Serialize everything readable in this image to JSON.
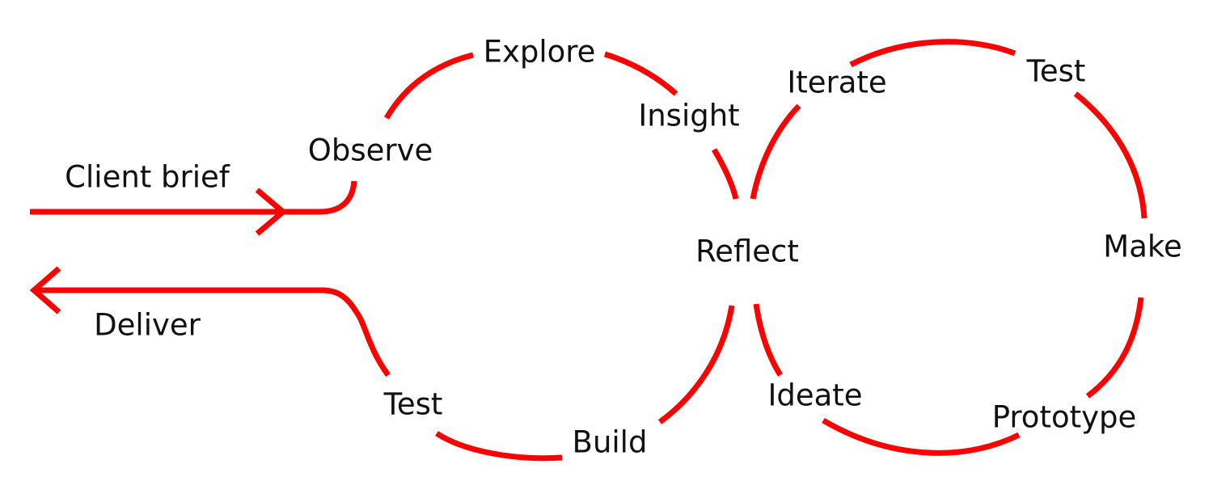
{
  "diagram": {
    "stroke_color": "#ff0000",
    "text_color": "#111111",
    "input_label": "Client brief",
    "output_label": "Deliver",
    "center_label": "Reflect",
    "left_loop": {
      "observe": "Observe",
      "explore": "Explore",
      "insight": "Insight",
      "build": "Build",
      "test": "Test"
    },
    "right_loop": {
      "iterate": "Iterate",
      "test": "Test",
      "make": "Make",
      "prototype": "Prototype",
      "ideate": "Ideate"
    }
  }
}
